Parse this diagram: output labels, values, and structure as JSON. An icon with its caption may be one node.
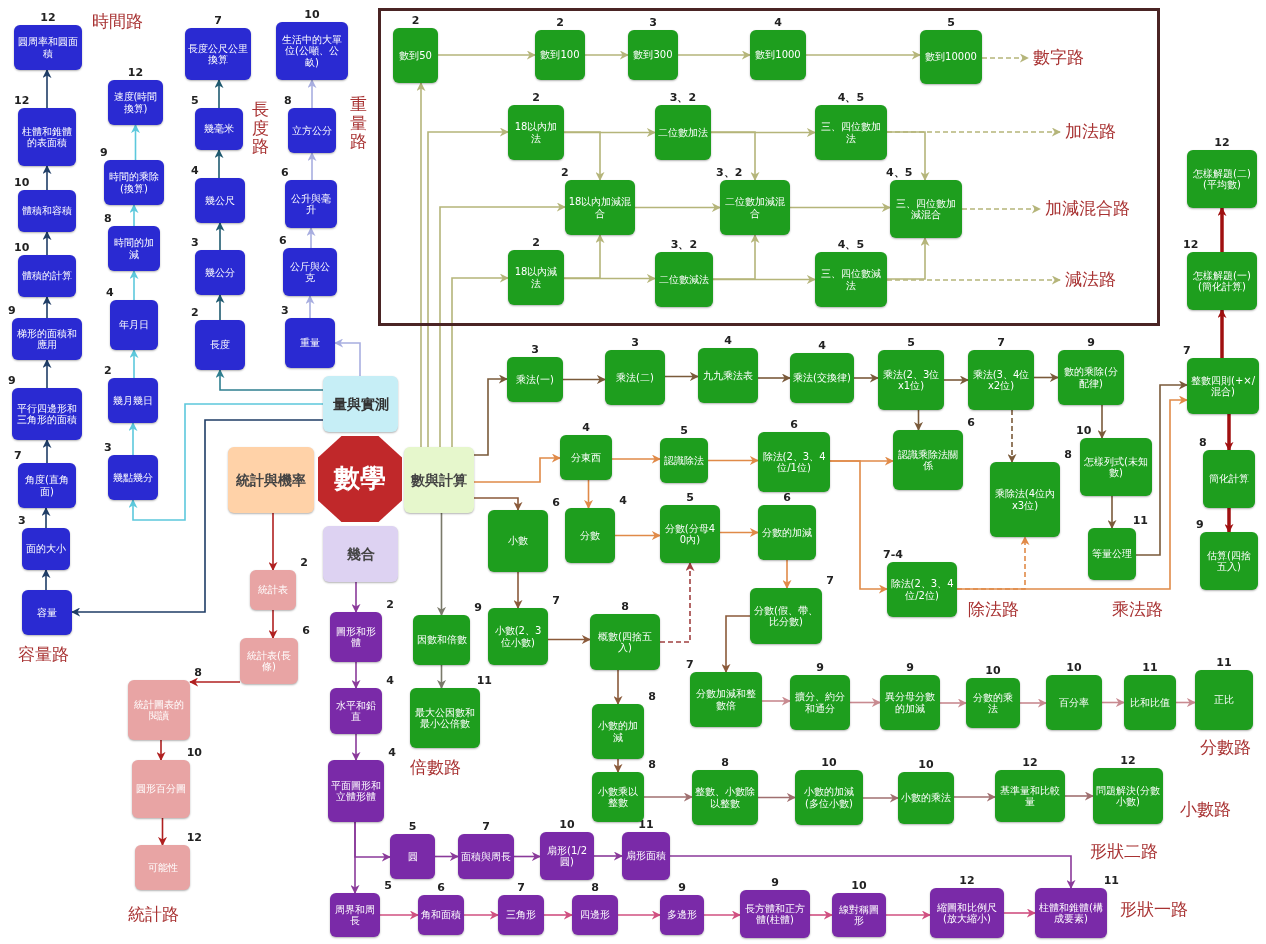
{
  "diagram": {
    "nodes": [
      {
        "text": [
          "數學"
        ]
      },
      {
        "text": [
          "量與實測"
        ]
      },
      {
        "text": [
          "統計與機率"
        ]
      },
      {
        "text": [
          "數與計算"
        ]
      },
      {
        "text": [
          "幾合"
        ]
      },
      {
        "text": [],
        "shape": "box"
      },
      {
        "text": [
          "容量"
        ]
      },
      {
        "text": [
          "面的大小"
        ],
        "beside": [
          "3"
        ]
      },
      {
        "text": [
          "角度(直角面)"
        ],
        "beside": [
          "7"
        ]
      },
      {
        "text": [
          "平行四邊形和三角形的面積"
        ],
        "beside": [
          "9"
        ]
      },
      {
        "text": [
          "梯形的面積和應用"
        ],
        "beside": [
          "9"
        ]
      },
      {
        "text": [
          "體積的計算"
        ],
        "beside": [
          "10"
        ]
      },
      {
        "text": [
          "體積和容積"
        ],
        "beside": [
          "10"
        ]
      },
      {
        "text": [
          "柱體和錐體的表面積"
        ],
        "beside": [
          "12"
        ]
      },
      {
        "text": [
          "圓周率和圓面積"
        ],
        "beside": [
          "12"
        ]
      },
      {
        "text": [
          "幾點幾分"
        ],
        "beside": [
          "3"
        ]
      },
      {
        "text": [
          "幾月幾日"
        ],
        "beside": [
          "2"
        ]
      },
      {
        "text": [
          "年月日"
        ],
        "beside": [
          "4"
        ]
      },
      {
        "text": [
          "時間的加減"
        ],
        "beside": [
          "8"
        ]
      },
      {
        "text": [
          "時間的乘除(換算)"
        ],
        "beside": [
          "9"
        ]
      },
      {
        "text": [
          "速度(時間換算)"
        ],
        "beside": [
          "12"
        ]
      },
      {
        "text": [
          "長度"
        ],
        "beside": [
          "2"
        ]
      },
      {
        "text": [
          "幾公分"
        ],
        "beside": [
          "3"
        ]
      },
      {
        "text": [
          "幾公尺"
        ],
        "beside": [
          "4"
        ]
      },
      {
        "text": [
          "幾毫米"
        ],
        "beside": [
          "5"
        ]
      },
      {
        "text": [
          "長度公尺公里換算"
        ],
        "beside": [
          "7"
        ]
      },
      {
        "text": [
          "重量"
        ],
        "beside": [
          "3"
        ]
      },
      {
        "text": [
          "公斤與公克"
        ],
        "beside": [
          "6"
        ]
      },
      {
        "text": [
          "公升與毫升"
        ],
        "beside": [
          "6"
        ]
      },
      {
        "text": [
          "立方公分"
        ],
        "beside": [
          "8"
        ]
      },
      {
        "text": [
          "生活中的大單位(公噸、公畝)"
        ],
        "beside": [
          "10"
        ]
      },
      {
        "text": [
          "統計表"
        ],
        "beside": [
          "2"
        ]
      },
      {
        "text": [
          "統計表(長條)"
        ],
        "beside": [
          "6"
        ]
      },
      {
        "text": [
          "統計圖表的閱讀"
        ],
        "beside": [
          "8"
        ]
      },
      {
        "text": [
          "圓形百分圖"
        ],
        "beside": [
          "10"
        ]
      },
      {
        "text": [
          "可能性"
        ],
        "beside": [
          "12"
        ]
      },
      {
        "text": [
          "圖形和形體"
        ],
        "beside": [
          "2"
        ]
      },
      {
        "text": [
          "水平和鉛直"
        ],
        "beside": [
          "4"
        ]
      },
      {
        "text": [
          "平面圖形和立體形體"
        ],
        "beside": [
          "4"
        ]
      },
      {
        "text": [
          "圓"
        ],
        "beside": [
          "5"
        ]
      },
      {
        "text": [
          "面積與周長"
        ],
        "beside": [
          "7"
        ]
      },
      {
        "text": [
          "扇形(1/2圓)"
        ],
        "beside": [
          "10"
        ]
      },
      {
        "text": [
          "扇形面積"
        ],
        "beside": [
          "11"
        ]
      },
      {
        "text": [
          "周界和周長"
        ],
        "beside": [
          "5"
        ]
      },
      {
        "text": [
          "角和面積"
        ],
        "beside": [
          "6"
        ]
      },
      {
        "text": [
          "三角形"
        ],
        "beside": [
          "7"
        ]
      },
      {
        "text": [
          "四邊形"
        ],
        "beside": [
          "8"
        ]
      },
      {
        "text": [
          "多邊形"
        ],
        "beside": [
          "9"
        ]
      },
      {
        "text": [
          "長方體和正方體(柱體)"
        ],
        "beside": [
          "9"
        ]
      },
      {
        "text": [
          "線對稱圖形"
        ],
        "beside": [
          "10"
        ]
      },
      {
        "text": [
          "縮圖和比例尺(放大縮小)"
        ],
        "beside": [
          "12"
        ]
      },
      {
        "text": [
          "柱體和錐體(構成要素)"
        ],
        "beside": [
          "11"
        ]
      },
      {
        "text": [
          "數到50"
        ],
        "beside": [
          "2"
        ],
        "in": 5
      },
      {
        "text": [
          "數到100"
        ],
        "beside": [
          "2"
        ],
        "in": 5
      },
      {
        "text": [
          "數到300"
        ],
        "beside": [
          "3"
        ],
        "in": 5
      },
      {
        "text": [
          "數到1000"
        ],
        "beside": [
          "4"
        ],
        "in": 5
      },
      {
        "text": [
          "數到10000"
        ],
        "beside": [
          "5"
        ],
        "in": 5
      },
      {
        "text": [
          "18以內加法"
        ],
        "beside": [
          "2"
        ],
        "in": 5
      },
      {
        "text": [
          "二位數加法"
        ],
        "beside": [
          "3、2"
        ],
        "in": 5
      },
      {
        "text": [
          "三、四位數加法"
        ],
        "beside": [
          "4、5"
        ],
        "in": 5
      },
      {
        "text": [
          "18以內加減混合"
        ],
        "beside": [
          "2"
        ],
        "in": 5
      },
      {
        "text": [
          "二位數加減混合"
        ],
        "beside": [
          "3、2"
        ],
        "in": 5
      },
      {
        "text": [
          "三、四位數加減混合"
        ],
        "beside": [
          "4、5"
        ],
        "in": 5
      },
      {
        "text": [
          "18以內減法"
        ],
        "beside": [
          "2"
        ],
        "in": 5
      },
      {
        "text": [
          "二位數減法"
        ],
        "beside": [
          "3、2"
        ],
        "in": 5
      },
      {
        "text": [
          "三、四位數減法"
        ],
        "beside": [
          "4、5"
        ],
        "in": 5
      },
      {
        "text": [
          "乘法(一)"
        ],
        "beside": [
          "3"
        ]
      },
      {
        "text": [
          "乘法(二)"
        ],
        "beside": [
          "3"
        ]
      },
      {
        "text": [
          "九九乘法表"
        ],
        "beside": [
          "4"
        ]
      },
      {
        "text": [
          "乘法(交換律)"
        ],
        "beside": [
          "4"
        ]
      },
      {
        "text": [
          "乘法(2、3位x1位)"
        ],
        "beside": [
          "5"
        ]
      },
      {
        "text": [
          "乘法(3、4位x2位)"
        ],
        "beside": [
          "7"
        ]
      },
      {
        "text": [
          "數的乘除(分配律)"
        ],
        "beside": [
          "9"
        ]
      },
      {
        "text": [
          "分東西"
        ],
        "beside": [
          "4"
        ]
      },
      {
        "text": [
          "認識除法"
        ],
        "beside": [
          "5"
        ]
      },
      {
        "text": [
          "除法(2、3、4位/1位)"
        ],
        "beside": [
          "6"
        ]
      },
      {
        "text": [
          "認識乘除法關係"
        ],
        "beside": [
          "6"
        ]
      },
      {
        "text": [
          "乘除法(4位內x3位)"
        ],
        "beside": [
          "8"
        ]
      },
      {
        "text": [
          "怎樣列式(未知數)"
        ],
        "beside": [
          "10"
        ]
      },
      {
        "text": [
          "等量公理"
        ],
        "beside": [
          "11"
        ]
      },
      {
        "text": [
          "除法(2、3、4位/2位)"
        ],
        "beside": [
          "7-4"
        ]
      },
      {
        "text": [
          "怎樣解題(二)(平均數)"
        ],
        "beside": [
          "12"
        ]
      },
      {
        "text": [
          "怎樣解題(一)(簡化計算)"
        ],
        "beside": [
          "12"
        ]
      },
      {
        "text": [
          "整數四則(+×/混合)"
        ],
        "beside": [
          "7"
        ]
      },
      {
        "text": [
          "簡化計算"
        ],
        "beside": [
          "8"
        ]
      },
      {
        "text": [
          "估算(四捨五入)"
        ],
        "beside": [
          "9"
        ]
      },
      {
        "text": [
          "小數"
        ],
        "beside": [
          "6"
        ]
      },
      {
        "text": [
          "分數"
        ],
        "beside": [
          "4"
        ]
      },
      {
        "text": [
          "分數(分母40內)"
        ],
        "beside": [
          "5"
        ]
      },
      {
        "text": [
          "分數的加減"
        ],
        "beside": [
          "6"
        ]
      },
      {
        "text": [
          "分數(假、帶、比分數)"
        ],
        "beside": [
          "7"
        ]
      },
      {
        "text": [
          "小數(2、3位小數)"
        ],
        "beside": [
          "7"
        ]
      },
      {
        "text": [
          "概數(四捨五入)"
        ],
        "beside": [
          "8"
        ]
      },
      {
        "text": [
          "小數的加減"
        ],
        "beside": [
          "8"
        ]
      },
      {
        "text": [
          "小數乘以整數"
        ],
        "beside": [
          "8"
        ]
      },
      {
        "text": [
          "分數加減和整數倍"
        ],
        "beside": [
          "7"
        ]
      },
      {
        "text": [
          "擴分、約分和通分"
        ],
        "beside": [
          "9"
        ]
      },
      {
        "text": [
          "異分母分數的加減"
        ],
        "beside": [
          "9"
        ]
      },
      {
        "text": [
          "分數的乘法"
        ],
        "beside": [
          "10"
        ]
      },
      {
        "text": [
          "百分率"
        ],
        "beside": [
          "10"
        ]
      },
      {
        "text": [
          "比和比值"
        ],
        "beside": [
          "11"
        ]
      },
      {
        "text": [
          "正比"
        ],
        "beside": [
          "11"
        ]
      },
      {
        "text": [
          "整數、小數除以整數"
        ],
        "beside": [
          "8"
        ]
      },
      {
        "text": [
          "小數的加減(多位小數)"
        ],
        "beside": [
          "10"
        ]
      },
      {
        "text": [
          "小數的乘法"
        ],
        "beside": [
          "10"
        ]
      },
      {
        "text": [
          "基準量和比較量"
        ],
        "beside": [
          "12"
        ]
      },
      {
        "text": [
          "問題解決(分數小數)"
        ],
        "beside": [
          "12"
        ]
      },
      {
        "text": [
          "因數和倍數"
        ],
        "beside": [
          "9"
        ]
      },
      {
        "text": [
          "最大公因數和最小公倍數"
        ],
        "beside": [
          "11"
        ]
      },
      {
        "text": [
          "數字路"
        ],
        "in": 5
      },
      {
        "text": [
          "加法路"
        ],
        "in": 5
      },
      {
        "text": [
          "加減混合路"
        ],
        "in": 5
      },
      {
        "text": [
          "減法路"
        ],
        "in": 5
      }
    ],
    "edges": [
      {
        "from": 6,
        "to": 7,
        "arrow": "to",
        "color": "#1f3d66"
      },
      {
        "from": 7,
        "to": 8,
        "arrow": "to",
        "color": "#1f3d66"
      },
      {
        "from": 8,
        "to": 9,
        "arrow": "to",
        "color": "#1f3d66"
      },
      {
        "from": 9,
        "to": 10,
        "arrow": "to",
        "color": "#1f3d66"
      },
      {
        "from": 10,
        "to": 11,
        "arrow": "to",
        "color": "#1f3d66"
      },
      {
        "from": 11,
        "to": 12,
        "arrow": "to",
        "color": "#1f3d66"
      },
      {
        "from": 12,
        "to": 13,
        "arrow": "to",
        "color": "#1f3d66"
      },
      {
        "from": 13,
        "to": 14,
        "arrow": "to",
        "color": "#1f3d66"
      },
      {
        "from": 1,
        "to": 6,
        "arrow": "to",
        "color": "#1f3d66"
      },
      {
        "from": 1,
        "to": 15,
        "arrow": "to",
        "color": "#5cc8dc"
      },
      {
        "from": 15,
        "to": 16,
        "arrow": "to",
        "color": "#5cc8dc"
      },
      {
        "from": 16,
        "to": 17,
        "arrow": "to",
        "color": "#5cc8dc"
      },
      {
        "from": 17,
        "to": 18,
        "arrow": "to",
        "color": "#5cc8dc"
      },
      {
        "from": 18,
        "to": 19,
        "arrow": "to",
        "color": "#5cc8dc"
      },
      {
        "from": 19,
        "to": 20,
        "arrow": "to",
        "color": "#5cc8dc"
      },
      {
        "from": 1,
        "to": 21,
        "arrow": "to",
        "color": "#2f7f90"
      },
      {
        "from": 21,
        "to": 22,
        "arrow": "to",
        "color": "#1f5a70"
      },
      {
        "from": 22,
        "to": 23,
        "arrow": "to",
        "color": "#1f5a70"
      },
      {
        "from": 23,
        "to": 24,
        "arrow": "to",
        "color": "#1f5a70"
      },
      {
        "from": 24,
        "to": 25,
        "arrow": "to",
        "color": "#1f5a70"
      },
      {
        "from": 1,
        "to": 26,
        "arrow": "to",
        "color": "#a8aee0"
      },
      {
        "from": 26,
        "to": 27,
        "arrow": "to",
        "color": "#a8aee0"
      },
      {
        "from": 27,
        "to": 28,
        "arrow": "to",
        "color": "#a8aee0"
      },
      {
        "from": 28,
        "to": 29,
        "arrow": "to",
        "color": "#a8aee0"
      },
      {
        "from": 29,
        "to": 30,
        "arrow": "to",
        "color": "#a8aee0"
      },
      {
        "from": 2,
        "to": 31,
        "arrow": "to",
        "color": "#b02020"
      },
      {
        "from": 31,
        "to": 32,
        "arrow": "to",
        "color": "#b02020"
      },
      {
        "from": 32,
        "to": 33,
        "arrow": "to",
        "color": "#b02020"
      },
      {
        "from": 33,
        "to": 34,
        "arrow": "to",
        "color": "#b02020"
      },
      {
        "from": 34,
        "to": 35,
        "arrow": "to",
        "color": "#b02020"
      },
      {
        "from": 4,
        "to": 36,
        "arrow": "to",
        "color": "#8a3a9a"
      },
      {
        "from": 36,
        "to": 37,
        "arrow": "to",
        "color": "#8a3a9a"
      },
      {
        "from": 37,
        "to": 38,
        "arrow": "to",
        "color": "#8a3a9a"
      },
      {
        "from": 38,
        "to": 39,
        "arrow": "to",
        "color": "#8a3a9a"
      },
      {
        "from": 39,
        "to": 40,
        "arrow": "to",
        "color": "#8a3a9a"
      },
      {
        "from": 40,
        "to": 41,
        "arrow": "to",
        "color": "#8a3a9a"
      },
      {
        "from": 41,
        "to": 42,
        "arrow": "to",
        "color": "#8a3a9a"
      },
      {
        "from": 42,
        "to": 51,
        "arrow": "to",
        "color": "#8a3a9a"
      },
      {
        "from": 38,
        "to": 43,
        "arrow": "to",
        "color": "#8a3a9a"
      },
      {
        "from": 43,
        "to": 44,
        "arrow": "to",
        "color": "#d05080"
      },
      {
        "from": 44,
        "to": 45,
        "arrow": "to",
        "color": "#d05080"
      },
      {
        "from": 45,
        "to": 46,
        "arrow": "to",
        "color": "#d05080"
      },
      {
        "from": 46,
        "to": 47,
        "arrow": "to",
        "color": "#d05080"
      },
      {
        "from": 47,
        "to": 48,
        "arrow": "to",
        "color": "#d05080"
      },
      {
        "from": 48,
        "to": 49,
        "arrow": "to",
        "color": "#d05080"
      },
      {
        "from": 49,
        "to": 50,
        "arrow": "to",
        "color": "#d05080"
      },
      {
        "from": 50,
        "to": 51,
        "arrow": "to",
        "color": "#d05080"
      },
      {
        "from": 3,
        "to": 52,
        "arrow": "to"
      },
      {
        "from": 3,
        "to": 57,
        "arrow": "to"
      },
      {
        "from": 3,
        "to": 60,
        "arrow": "to"
      },
      {
        "from": 3,
        "to": 63,
        "arrow": "to"
      },
      {
        "from": 52,
        "to": 53,
        "arrow": "to"
      },
      {
        "from": 53,
        "to": 54,
        "arrow": "to"
      },
      {
        "from": 54,
        "to": 55,
        "arrow": "to"
      },
      {
        "from": 55,
        "to": 56,
        "arrow": "to"
      },
      {
        "from": 56,
        "to": 109,
        "arrow": "to",
        "style": "dashed"
      },
      {
        "from": 57,
        "to": 58,
        "arrow": "to"
      },
      {
        "from": 58,
        "to": 59,
        "arrow": "to"
      },
      {
        "from": 59,
        "to": 110,
        "arrow": "to",
        "style": "dashed"
      },
      {
        "from": 57,
        "to": 60,
        "arrow": "to"
      },
      {
        "from": 58,
        "to": 61,
        "arrow": "to"
      },
      {
        "from": 59,
        "to": 62,
        "arrow": "to"
      },
      {
        "from": 60,
        "to": 61,
        "arrow": "to"
      },
      {
        "from": 61,
        "to": 62,
        "arrow": "to"
      },
      {
        "from": 62,
        "to": 111,
        "arrow": "to",
        "style": "dashed"
      },
      {
        "from": 63,
        "to": 64,
        "arrow": "to"
      },
      {
        "from": 64,
        "to": 65,
        "arrow": "to"
      },
      {
        "from": 65,
        "to": 112,
        "arrow": "to",
        "style": "dashed"
      },
      {
        "from": 63,
        "to": 60,
        "arrow": "to"
      },
      {
        "from": 64,
        "to": 61,
        "arrow": "to"
      },
      {
        "from": 65,
        "to": 62,
        "arrow": "to"
      },
      {
        "from": 3,
        "to": 66,
        "arrow": "to",
        "color": "#7a5a3a"
      },
      {
        "from": 66,
        "to": 67,
        "arrow": "to",
        "color": "#7a5a3a"
      },
      {
        "from": 67,
        "to": 68,
        "arrow": "to",
        "color": "#7a5a3a"
      },
      {
        "from": 68,
        "to": 69,
        "arrow": "to",
        "color": "#7a5a3a"
      },
      {
        "from": 69,
        "to": 70,
        "arrow": "to",
        "color": "#7a5a3a"
      },
      {
        "from": 70,
        "to": 71,
        "arrow": "to",
        "color": "#7a5a3a"
      },
      {
        "from": 71,
        "to": 72,
        "arrow": "to",
        "color": "#7a5a3a"
      },
      {
        "from": 70,
        "to": 76,
        "arrow": "to",
        "color": "#7a5a3a"
      },
      {
        "from": 71,
        "to": 77,
        "arrow": "to",
        "color": "#7a5a3a",
        "style": "dashed"
      },
      {
        "from": 72,
        "to": 78,
        "arrow": "to",
        "color": "#7a5a3a"
      },
      {
        "from": 78,
        "to": 79,
        "arrow": "to",
        "color": "#7a5a3a"
      },
      {
        "from": 79,
        "to": 83,
        "arrow": "to",
        "color": "#7a5a3a"
      },
      {
        "from": 3,
        "to": 73,
        "arrow": "to",
        "color": "#e08a48"
      },
      {
        "from": 73,
        "to": 74,
        "arrow": "to",
        "color": "#e08a48"
      },
      {
        "from": 74,
        "to": 75,
        "arrow": "to",
        "color": "#e08a48"
      },
      {
        "from": 75,
        "to": 76,
        "arrow": "to",
        "color": "#e08a48"
      },
      {
        "from": 75,
        "to": 80,
        "arrow": "to",
        "color": "#e08a48"
      },
      {
        "from": 80,
        "to": 77,
        "arrow": "to",
        "color": "#e08a48",
        "style": "dashed"
      },
      {
        "from": 80,
        "to": 83,
        "arrow": "to",
        "color": "#e08a48"
      },
      {
        "from": 73,
        "to": 87,
        "arrow": "to",
        "color": "#e08a48"
      },
      {
        "from": 87,
        "to": 88,
        "arrow": "to",
        "color": "#e08a48"
      },
      {
        "from": 88,
        "to": 89,
        "arrow": "to",
        "color": "#e08a48"
      },
      {
        "from": 89,
        "to": 90,
        "arrow": "to",
        "color": "#e08a48"
      },
      {
        "from": 83,
        "to": 82,
        "arrow": "to",
        "color": "#a01010",
        "style": "thick"
      },
      {
        "from": 82,
        "to": 81,
        "arrow": "to",
        "color": "#a01010",
        "style": "thick"
      },
      {
        "from": 83,
        "to": 84,
        "arrow": "to",
        "color": "#a01010",
        "style": "thick"
      },
      {
        "from": 84,
        "to": 85,
        "arrow": "to",
        "color": "#a01010",
        "style": "thick"
      },
      {
        "from": 3,
        "to": 86,
        "arrow": "to",
        "color": "#8a5a3a"
      },
      {
        "from": 86,
        "to": 91,
        "arrow": "to",
        "color": "#8a5a3a"
      },
      {
        "from": 91,
        "to": 92,
        "arrow": "to",
        "color": "#8a5a3a"
      },
      {
        "from": 92,
        "to": 88,
        "arrow": "to",
        "color": "#a04040",
        "style": "dashed"
      },
      {
        "from": 92,
        "to": 93,
        "arrow": "to",
        "color": "#8a5a3a"
      },
      {
        "from": 93,
        "to": 94,
        "arrow": "to",
        "color": "#8a5a3a"
      },
      {
        "from": 90,
        "to": 95,
        "arrow": "to",
        "color": "#8a5a3a"
      },
      {
        "from": 95,
        "to": 96,
        "arrow": "to",
        "color": "#c88a90"
      },
      {
        "from": 96,
        "to": 97,
        "arrow": "to",
        "color": "#c88a90"
      },
      {
        "from": 97,
        "to": 98,
        "arrow": "to",
        "color": "#c88a90"
      },
      {
        "from": 98,
        "to": 99,
        "arrow": "to",
        "color": "#c88a90"
      },
      {
        "from": 99,
        "to": 100,
        "arrow": "to",
        "color": "#c88a90"
      },
      {
        "from": 100,
        "to": 101,
        "arrow": "to",
        "color": "#c88a90"
      },
      {
        "from": 94,
        "to": 102,
        "arrow": "to",
        "color": "#a07070"
      },
      {
        "from": 102,
        "to": 103,
        "arrow": "to",
        "color": "#a07070"
      },
      {
        "from": 103,
        "to": 104,
        "arrow": "to",
        "color": "#a07070"
      },
      {
        "from": 104,
        "to": 105,
        "arrow": "to",
        "color": "#a07070"
      },
      {
        "from": 105,
        "to": 106,
        "arrow": "to",
        "color": "#a07070"
      },
      {
        "from": 3,
        "to": 107,
        "arrow": "to",
        "color": "#7a7a6a"
      },
      {
        "from": 107,
        "to": 108,
        "arrow": "to",
        "color": "#7a7a6a"
      }
    ],
    "labels": [
      "時間路",
      "長度路",
      "重量路",
      "除法路",
      "乘法路",
      "容量路",
      "分數路",
      "倍數路",
      "小數路",
      "形狀二路",
      "統計路",
      "形狀一路"
    ]
  }
}
